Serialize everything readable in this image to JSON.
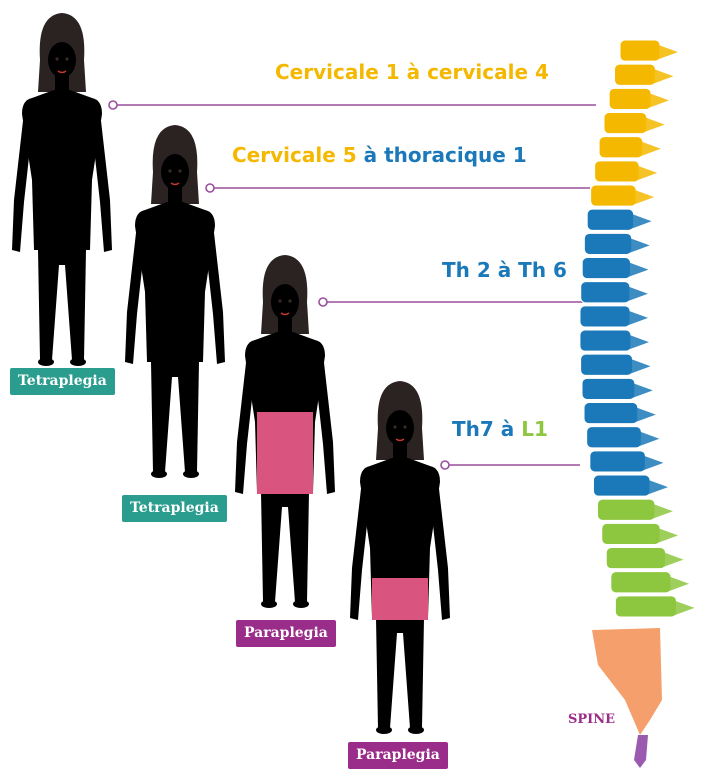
{
  "colors": {
    "cervical_upper": "#f5b800",
    "cervical_lower_thoracic": "#1b79b9",
    "lumbar": "#8dc63f",
    "connector": "#9a4f9c",
    "tetra_skin": "#7fd9c3",
    "para_skin_upper": "#f5b397",
    "para_skin_lower": "#d9557f",
    "badge_tetra": "#2a9d8f",
    "badge_para": "#9b2d8a",
    "hair": "#2b2321"
  },
  "levels": [
    {
      "part1": "Cervicale 1 à cervicale 4",
      "part2": "",
      "part3": ""
    },
    {
      "part1": "Cervicale ",
      "part2": "5",
      "part3": " à thoracique 1"
    },
    {
      "part1": "Th 2 à Th 6",
      "part2": "",
      "part3": ""
    },
    {
      "part1": "Th7 à ",
      "part2": "L1",
      "part3": ""
    }
  ],
  "badges": [
    "Tetraplegia",
    "Tetraplegia",
    "Paraplegia",
    "Paraplegia"
  ],
  "spine_caption": "SPINE"
}
